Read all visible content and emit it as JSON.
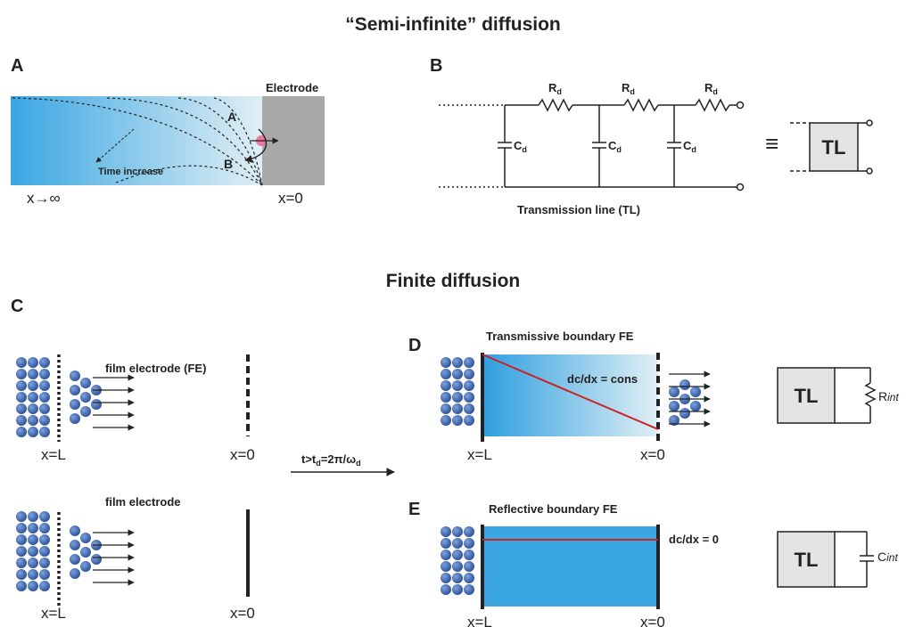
{
  "titles": {
    "semi_infinite": "“Semi-infinite” diffusion",
    "finite": "Finite diffusion"
  },
  "panels": {
    "a": "A",
    "b": "B",
    "c": "C",
    "d": "D",
    "e": "E"
  },
  "panel_a": {
    "electrode": "Electrode",
    "time_increase": "Time increase",
    "point_a": "A",
    "point_b": "B",
    "x_infinity": "x→∞",
    "x_zero": "x=0"
  },
  "panel_b": {
    "r_main": "R",
    "r_sub": "d",
    "c_main": "C",
    "c_sub": "d",
    "equiv": "≡",
    "tl_box": "TL",
    "caption": "Transmission line (TL)"
  },
  "panel_c": {
    "film_fe": "film electrode (FE)",
    "film": "film electrode",
    "x_l": "x=L",
    "x_zero": "x=0",
    "arrow_label": "t>t",
    "arrow_label_sub": "d",
    "arrow_label_rest": "=2π/ω",
    "arrow_label_sub2": "d"
  },
  "panel_d": {
    "title": "Transmissive boundary FE",
    "gradient": "dc/dx = cons",
    "x_l": "x=L",
    "x_zero": "x=0",
    "tl_box": "TL",
    "r_main": "R",
    "r_sub": "int"
  },
  "panel_e": {
    "title": "Reflective boundary FE",
    "gradient": "dc/dx = 0",
    "x_l": "x=L",
    "x_zero": "x=0",
    "tl_box": "TL",
    "c_main": "C",
    "c_sub": "int"
  },
  "colors": {
    "ion": "#3a63ad",
    "gradient_dark": "#3aa6e2",
    "gradient_light": "#d8ecf3",
    "electrode": "#a8a8a8",
    "line_red": "#cc2222",
    "tl_fill": "#e3e3e3"
  }
}
